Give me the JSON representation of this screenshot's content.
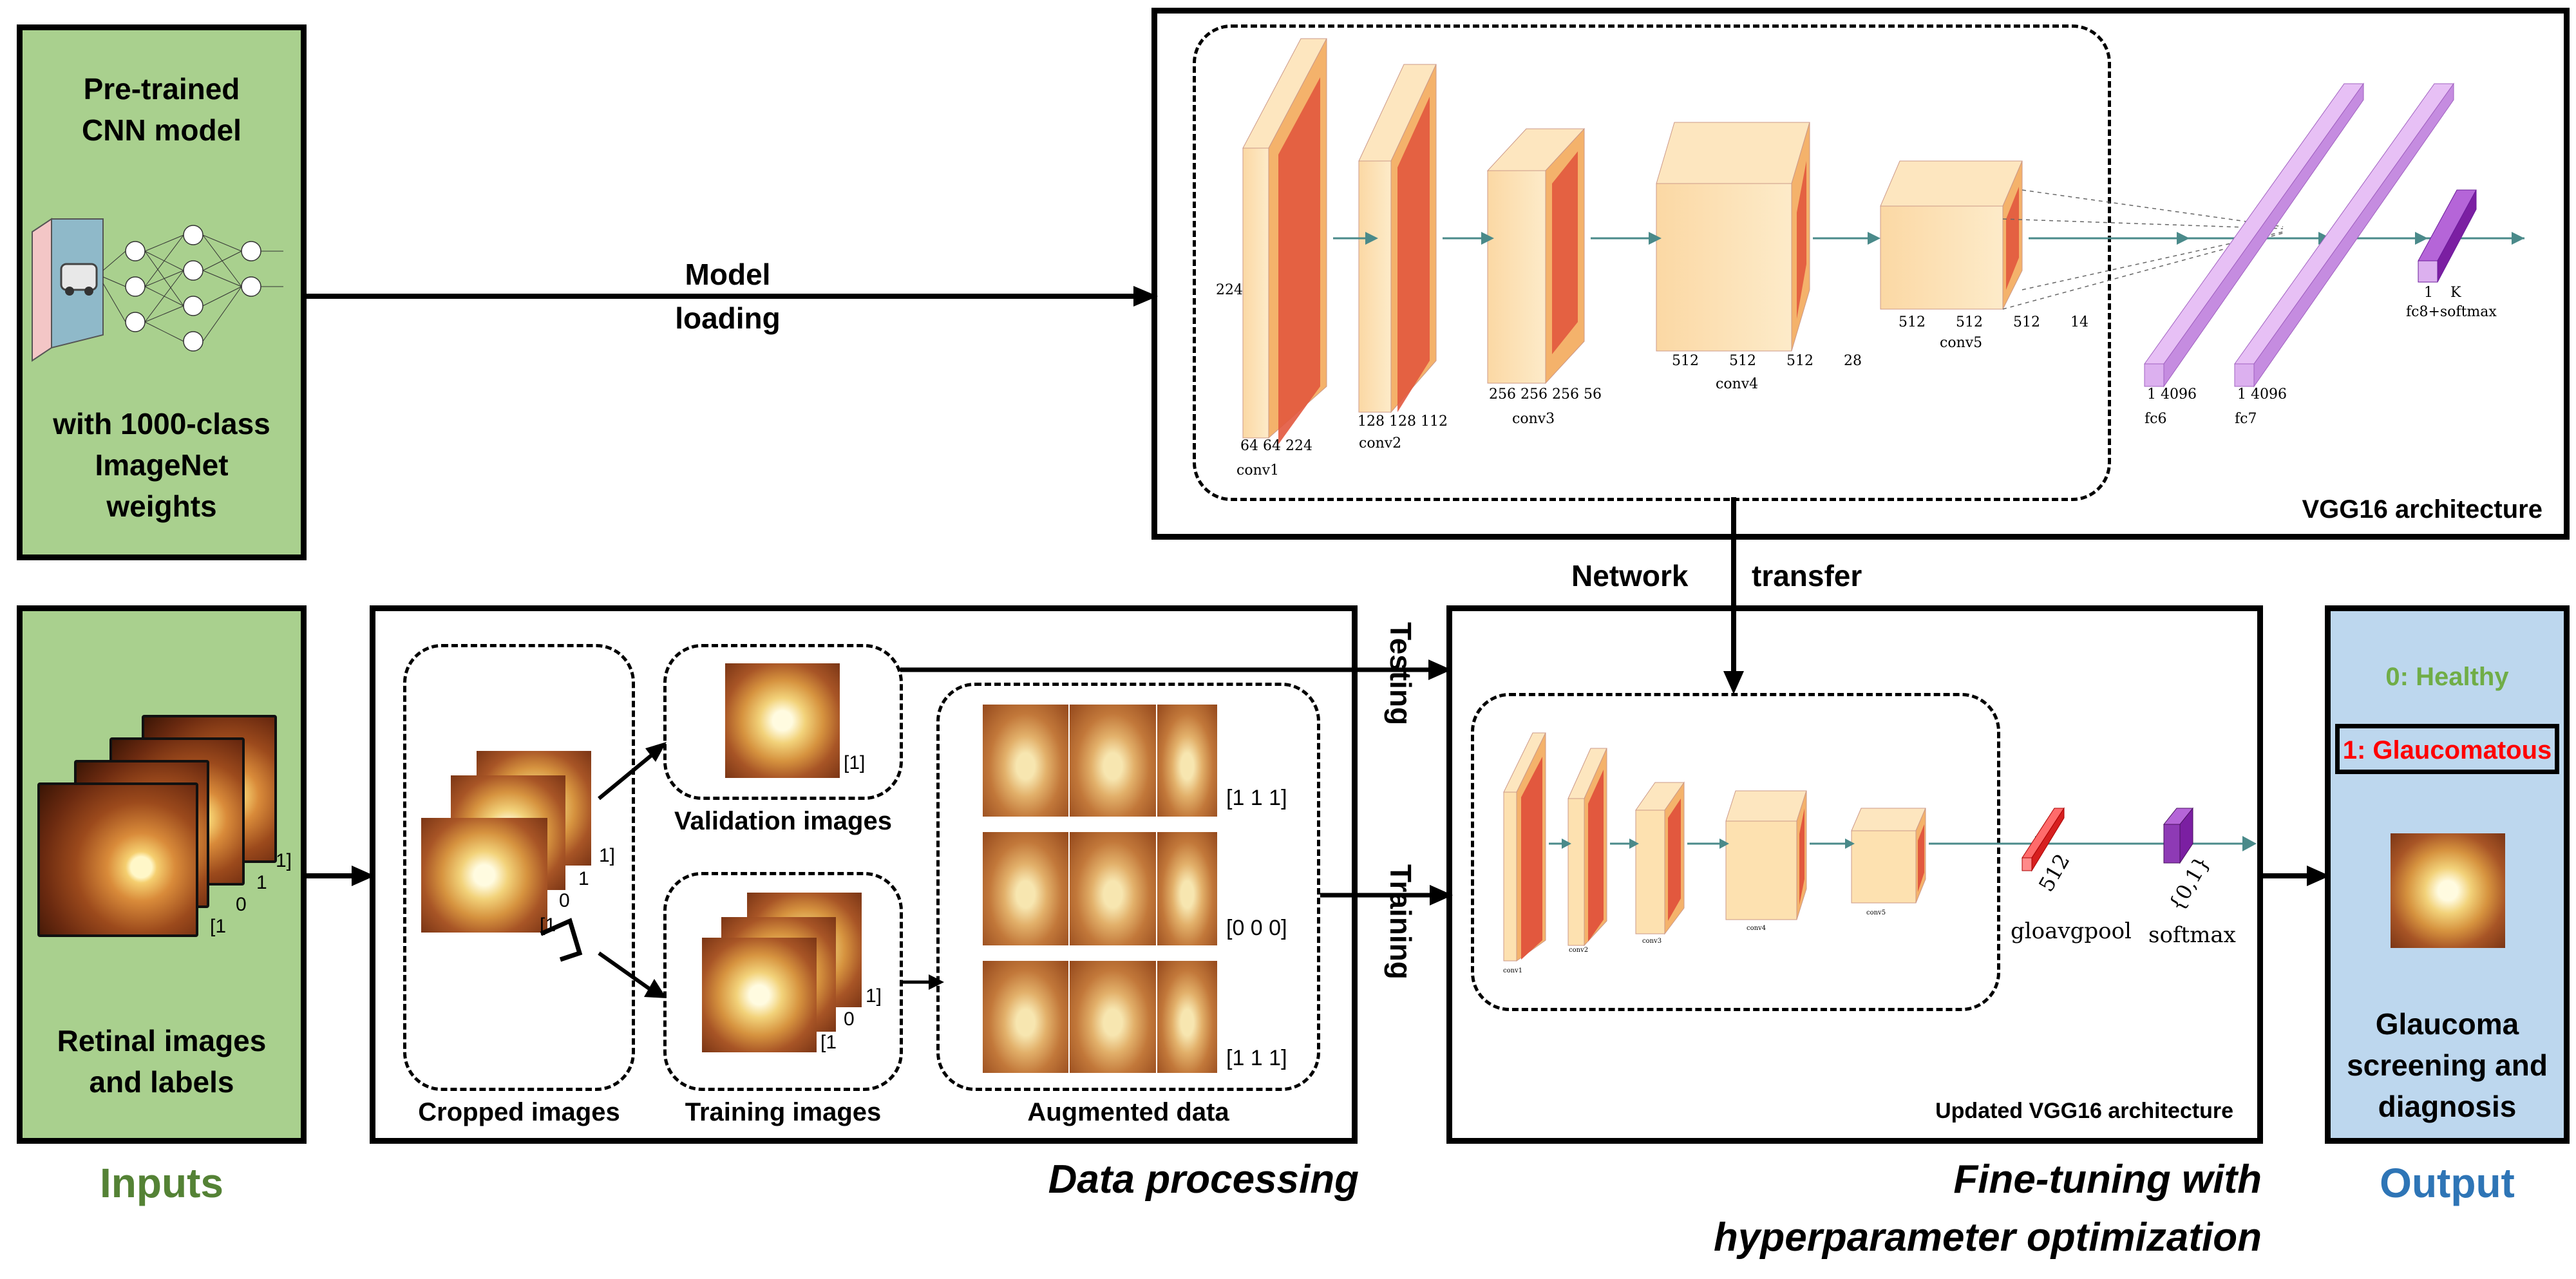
{
  "pretrained": {
    "line1": "Pre-trained",
    "line2": "CNN model",
    "line3": "with 1000-class",
    "line4": "ImageNet",
    "line5": "weights"
  },
  "model_loading": {
    "line1": "Model",
    "line2": "loading"
  },
  "network_transfer": {
    "word1": "Network",
    "word2": "transfer"
  },
  "vgg16": {
    "caption": "VGG16 architecture",
    "blocks": [
      "conv1",
      "conv2",
      "conv3",
      "conv4",
      "conv5",
      "fc6",
      "fc7",
      "fc8+softmax"
    ],
    "dims": {
      "conv1": "64 64 224",
      "conv1_side": "224",
      "conv2": "128 128 112",
      "conv3": "256 256 256 56",
      "conv4": "512 512 512 28",
      "conv5": "512 512 512 14",
      "fc6": "1 4096",
      "fc7": "1 4096",
      "fc8": "1 K"
    }
  },
  "inputs": {
    "caption_line1": "Retinal images",
    "caption_line2": "and labels",
    "labels": [
      "1]",
      "1",
      "0",
      "[1"
    ],
    "section_title": "Inputs"
  },
  "data_processing": {
    "section_title": "Data processing",
    "cropped_caption": "Cropped images",
    "cropped_labels": [
      "1]",
      "1",
      "0",
      "[1"
    ],
    "validation_caption": "Validation images",
    "validation_label": "[1]",
    "training_caption": "Training images",
    "training_labels": [
      "1]",
      "0",
      "[1"
    ],
    "augmented_caption": "Augmented data",
    "augmented_labels": [
      "[1 1 1]",
      "[0 0 0]",
      "[1 1 1]"
    ]
  },
  "arrows": {
    "testing": "Testing",
    "training": "Training"
  },
  "finetune": {
    "section_title_line1": "Fine-tuning with",
    "section_title_line2": "hyperparameter optimization",
    "caption": "Updated VGG16 architecture",
    "gap_label": "gloavgpool",
    "gap_dim": "512",
    "softmax_label": "softmax",
    "softmax_dim": "{0,1}"
  },
  "output": {
    "section_title": "Output",
    "healthy": "0: Healthy",
    "glaucomatous": "1: Glaucomatous",
    "caption_line1": "Glaucoma",
    "caption_line2": "screening and",
    "caption_line3": "diagnosis"
  },
  "colors": {
    "green_box": "#a9d08e",
    "blue_box": "#bdd7ee",
    "inputs_title": "#548235",
    "output_title": "#2e75b6",
    "healthy_text": "#70ad47",
    "glaucomatous_text": "#ff0000",
    "conv_face": "#e2583e",
    "conv_body": "#fde1b0",
    "fc_color": "#c58ce0",
    "fc8_color": "#7b1fa2",
    "arrow_teal": "#4a8a8a"
  }
}
